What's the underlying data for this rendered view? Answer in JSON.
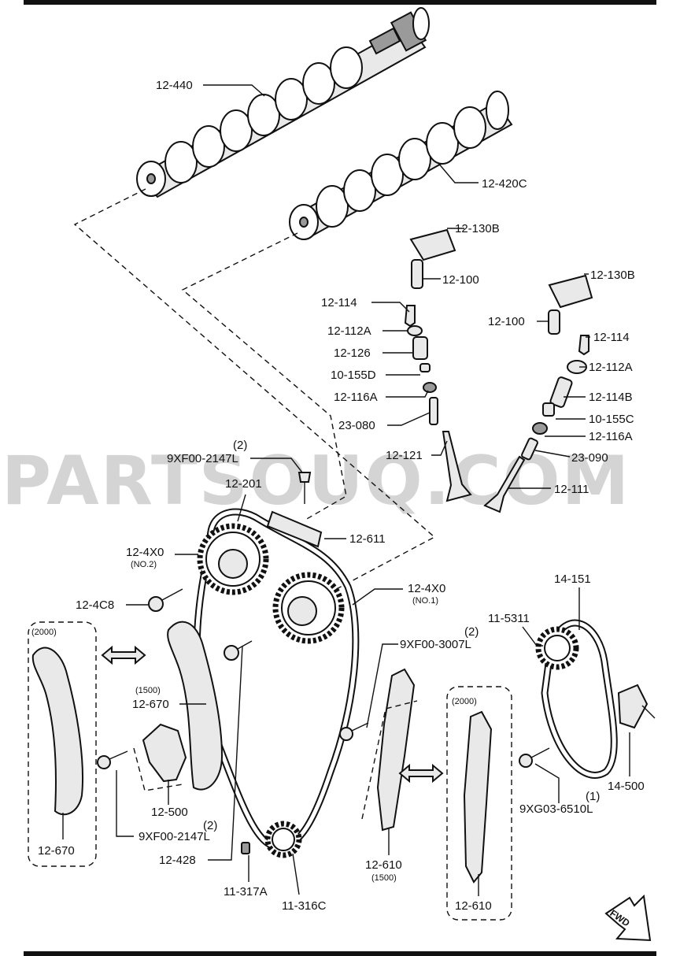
{
  "watermark": "PARTSOUQ.COM",
  "labels": {
    "camshaft_exhaust": "12-440",
    "camshaft_intake": "12-420C",
    "rocker_arm_a": "12-130B",
    "lash_adjuster_a": "12-100",
    "rocker_arm_b": "12-130B",
    "lash_adjuster_b": "12-100",
    "keeper_a": "12-114",
    "retainer_a": "12-112A",
    "spring_a": "12-126",
    "seal_a": "10-155D",
    "seat_a": "12-116A",
    "guide_a": "23-080",
    "valve_a": "12-121",
    "keeper_b": "12-114",
    "retainer_b": "12-112A",
    "spring_b": "12-114B",
    "seal_b": "10-155C",
    "seat_b": "12-116A",
    "guide_b": "23-090",
    "valve_b": "12-111",
    "bolt_top_qty": "(2)",
    "bolt_top": "9XF00-2147L",
    "chain": "12-201",
    "chain_guide_top": "12-611",
    "sprocket_no2": "12-4X0",
    "sprocket_no2_note": "(NO.2)",
    "sprocket_no1": "12-4X0",
    "sprocket_no1_note": "(NO.1)",
    "bolt_4c8": "12-4C8",
    "bolt_mid_qty": "(2)",
    "bolt_mid": "9XF00-3007L",
    "variant_2000_left": "(2000)",
    "variant_1500_left": "(1500)",
    "tensioner_arm": "12-670",
    "tensioner_arm_2000": "12-670",
    "tensioner": "12-500",
    "bolt_bottom_qty": "(2)",
    "bolt_bottom": "9XF00-2147L",
    "bolt_428": "12-428",
    "key": "11-317A",
    "crank_sprocket": "11-316C",
    "guide_1500": "12-610",
    "guide_1500_note": "(1500)",
    "variant_2000_right": "(2000)",
    "guide_2000": "12-610",
    "oil_chain": "14-151",
    "oil_sprocket": "11-5311",
    "oil_tensioner": "14-500",
    "bolt_oil_qty": "(1)",
    "bolt_oil": "9XG03-6510L",
    "fwd": "FWD"
  }
}
